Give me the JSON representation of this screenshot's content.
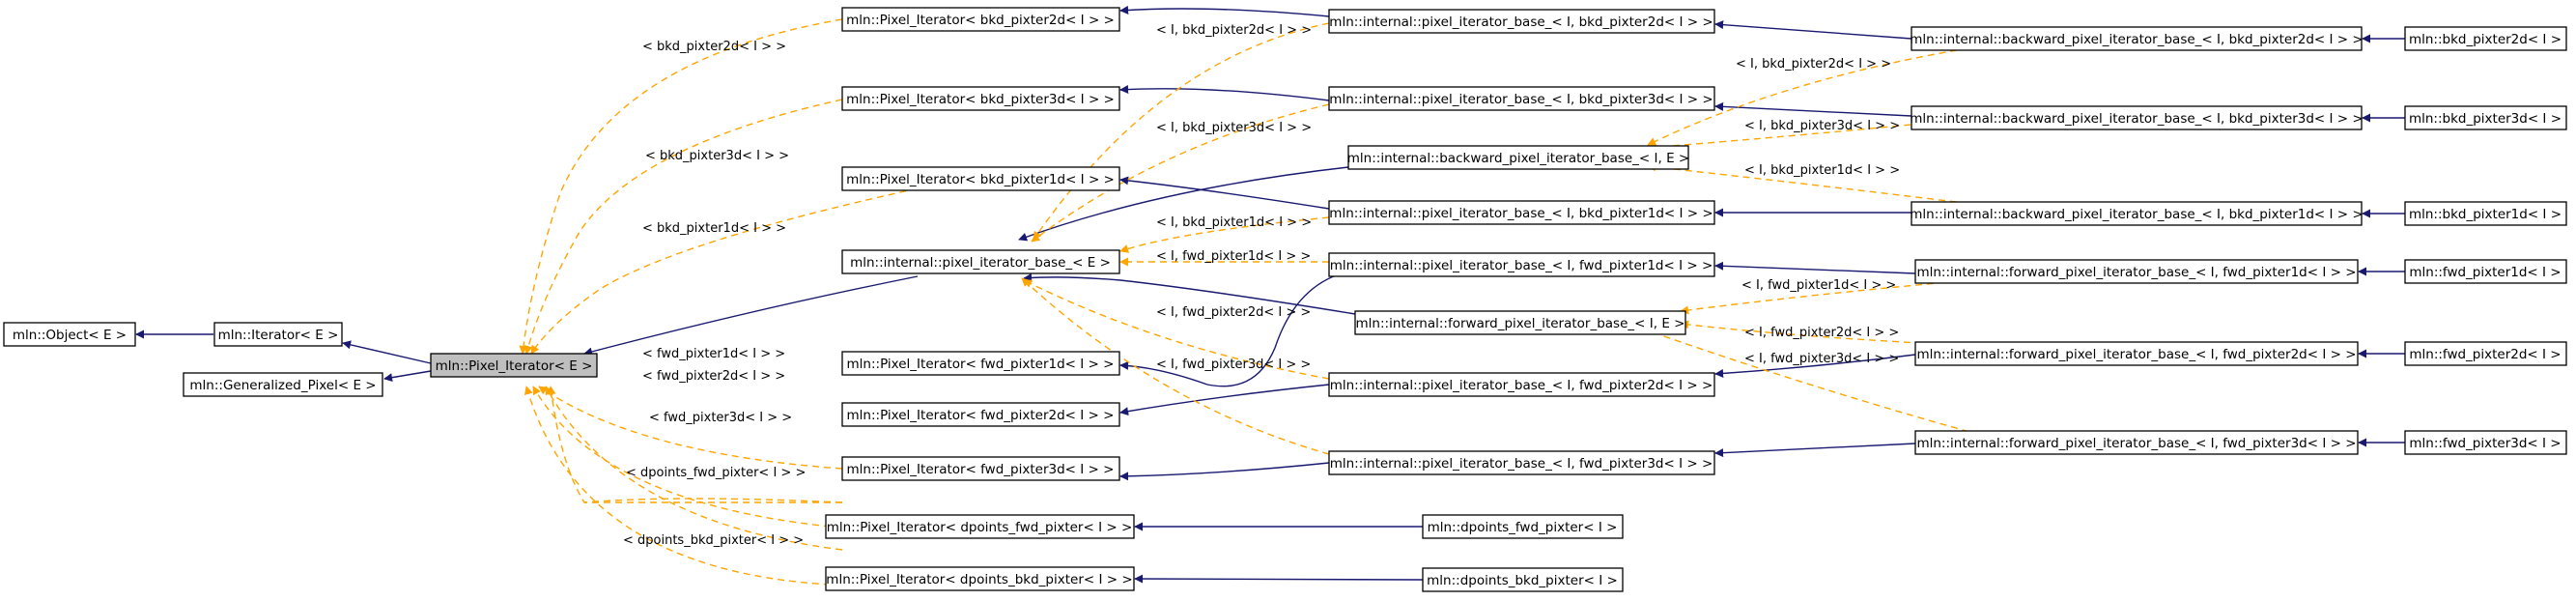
{
  "colors": {
    "inherit_edge": "#191970",
    "template_edge": "#ffa500",
    "highlight_fill": "#bfbfbf"
  },
  "nodes": {
    "object": "mln::Object< E >",
    "iterator": "mln::Iterator< E >",
    "generalized_pixel": "mln::Generalized_Pixel< E >",
    "pixel_iterator": "mln::Pixel_Iterator< E >",
    "pi_bkd2d": "mln::Pixel_Iterator< bkd_pixter2d< I > >",
    "pi_bkd3d": "mln::Pixel_Iterator< bkd_pixter3d< I > >",
    "pi_bkd1d": "mln::Pixel_Iterator< bkd_pixter1d< I > >",
    "pib_E": "mln::internal::pixel_iterator_base_< E >",
    "pi_fwd1d": "mln::Pixel_Iterator< fwd_pixter1d< I > >",
    "pi_fwd2d": "mln::Pixel_Iterator< fwd_pixter2d< I > >",
    "pi_fwd3d": "mln::Pixel_Iterator< fwd_pixter3d< I > >",
    "pi_dfwd": "mln::Pixel_Iterator< dpoints_fwd_pixter< I > >",
    "pi_dbkd": "mln::Pixel_Iterator< dpoints_bkd_pixter< I > >",
    "pib_bkd2d": "mln::internal::pixel_iterator_base_< I, bkd_pixter2d< I > >",
    "pib_bkd3d": "mln::internal::pixel_iterator_base_< I, bkd_pixter3d< I > >",
    "bpib_IE": "mln::internal::backward_pixel_iterator_base_< I, E >",
    "pib_bkd1d": "mln::internal::pixel_iterator_base_< I, bkd_pixter1d< I > >",
    "pib_fwd1d": "mln::internal::pixel_iterator_base_< I, fwd_pixter1d< I > >",
    "fpib_IE": "mln::internal::forward_pixel_iterator_base_< I, E >",
    "pib_fwd2d": "mln::internal::pixel_iterator_base_< I, fwd_pixter2d< I > >",
    "pib_fwd3d": "mln::internal::pixel_iterator_base_< I, fwd_pixter3d< I > >",
    "dfwd": "mln::dpoints_fwd_pixter< I >",
    "dbkd": "mln::dpoints_bkd_pixter< I >",
    "bpib_bkd2d": "mln::internal::backward_pixel_iterator_base_< I, bkd_pixter2d< I > >",
    "bpib_bkd3d": "mln::internal::backward_pixel_iterator_base_< I, bkd_pixter3d< I > >",
    "bpib_bkd1d": "mln::internal::backward_pixel_iterator_base_< I, bkd_pixter1d< I > >",
    "fpib_fwd1d": "mln::internal::forward_pixel_iterator_base_< I, fwd_pixter1d< I > >",
    "fpib_fwd2d": "mln::internal::forward_pixel_iterator_base_< I, fwd_pixter2d< I > >",
    "fpib_fwd3d": "mln::internal::forward_pixel_iterator_base_< I, fwd_pixter3d< I > >",
    "bkd2d": "mln::bkd_pixter2d< I >",
    "bkd3d": "mln::bkd_pixter3d< I >",
    "bkd1d": "mln::bkd_pixter1d< I >",
    "fwd1d": "mln::fwd_pixter1d< I >",
    "fwd2d": "mln::fwd_pixter2d< I >",
    "fwd3d": "mln::fwd_pixter3d< I >"
  },
  "edge_labels": {
    "pi_bkd2d": "< bkd_pixter2d< I > >",
    "pi_bkd3d": "< bkd_pixter3d< I > >",
    "pi_bkd1d": "< bkd_pixter1d< I > >",
    "pi_fwd1d": "< fwd_pixter1d< I > >",
    "pi_fwd2d": "< fwd_pixter2d< I > >",
    "pi_fwd3d": "< fwd_pixter3d< I > >",
    "pi_dfwd": "< dpoints_fwd_pixter< I > >",
    "pi_dbkd": "< dpoints_bkd_pixter< I > >",
    "pib_bkd2d": "< I, bkd_pixter2d< I > >",
    "pib_bkd3d": "< I, bkd_pixter3d< I > >",
    "pib_bkd1d": "< I, bkd_pixter1d< I > >",
    "pib_fwd1d": "< I, fwd_pixter1d< I > >",
    "pib_fwd2d": "< I, fwd_pixter2d< I > >",
    "pib_fwd3d": "< I, fwd_pixter3d< I > >",
    "bpib_bkd2d": "< I, bkd_pixter2d< I > >",
    "bpib_bkd3d": "< I, bkd_pixter3d< I > >",
    "bpib_bkd1d": "< I, bkd_pixter1d< I > >",
    "fpib_fwd1d": "< I, fwd_pixter1d< I > >",
    "fpib_fwd2d": "< I, fwd_pixter2d< I > >",
    "fpib_fwd3d": "< I, fwd_pixter3d< I > >"
  }
}
